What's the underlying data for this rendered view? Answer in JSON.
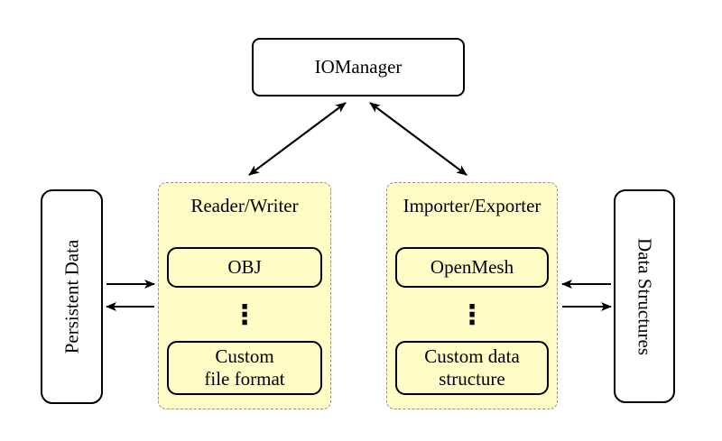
{
  "nodes": {
    "iomanager": {
      "label": "IOManager"
    },
    "persistent_data": {
      "label": "Persistent Data"
    },
    "data_structures": {
      "label": "Data Structures"
    },
    "reader_writer": {
      "title": "Reader/Writer",
      "item_top": "OBJ",
      "dots": "⋮",
      "item_bottom_line1": "Custom",
      "item_bottom_line2": "file format"
    },
    "importer_exporter": {
      "title": "Importer/Exporter",
      "item_top": "OpenMesh",
      "dots": "⋮",
      "item_bottom_line1": "Custom data",
      "item_bottom_line2": "structure"
    }
  },
  "edges": [
    {
      "from": "IOManager",
      "to": "Reader/Writer",
      "direction": "both"
    },
    {
      "from": "IOManager",
      "to": "Importer/Exporter",
      "direction": "both"
    },
    {
      "from": "Persistent Data",
      "to": "Reader/Writer",
      "direction": "forward"
    },
    {
      "from": "Reader/Writer",
      "to": "Persistent Data",
      "direction": "forward"
    },
    {
      "from": "Data Structures",
      "to": "Importer/Exporter",
      "direction": "forward"
    },
    {
      "from": "Importer/Exporter",
      "to": "Data Structures",
      "direction": "forward"
    }
  ],
  "colors": {
    "background": "#ffffff",
    "panel_fill": "#fffcc6",
    "panel_border": "#8f8f8f",
    "node_border": "#000000",
    "node_fill": "#ffffff",
    "arrow": "#000000",
    "text": "#000000"
  }
}
